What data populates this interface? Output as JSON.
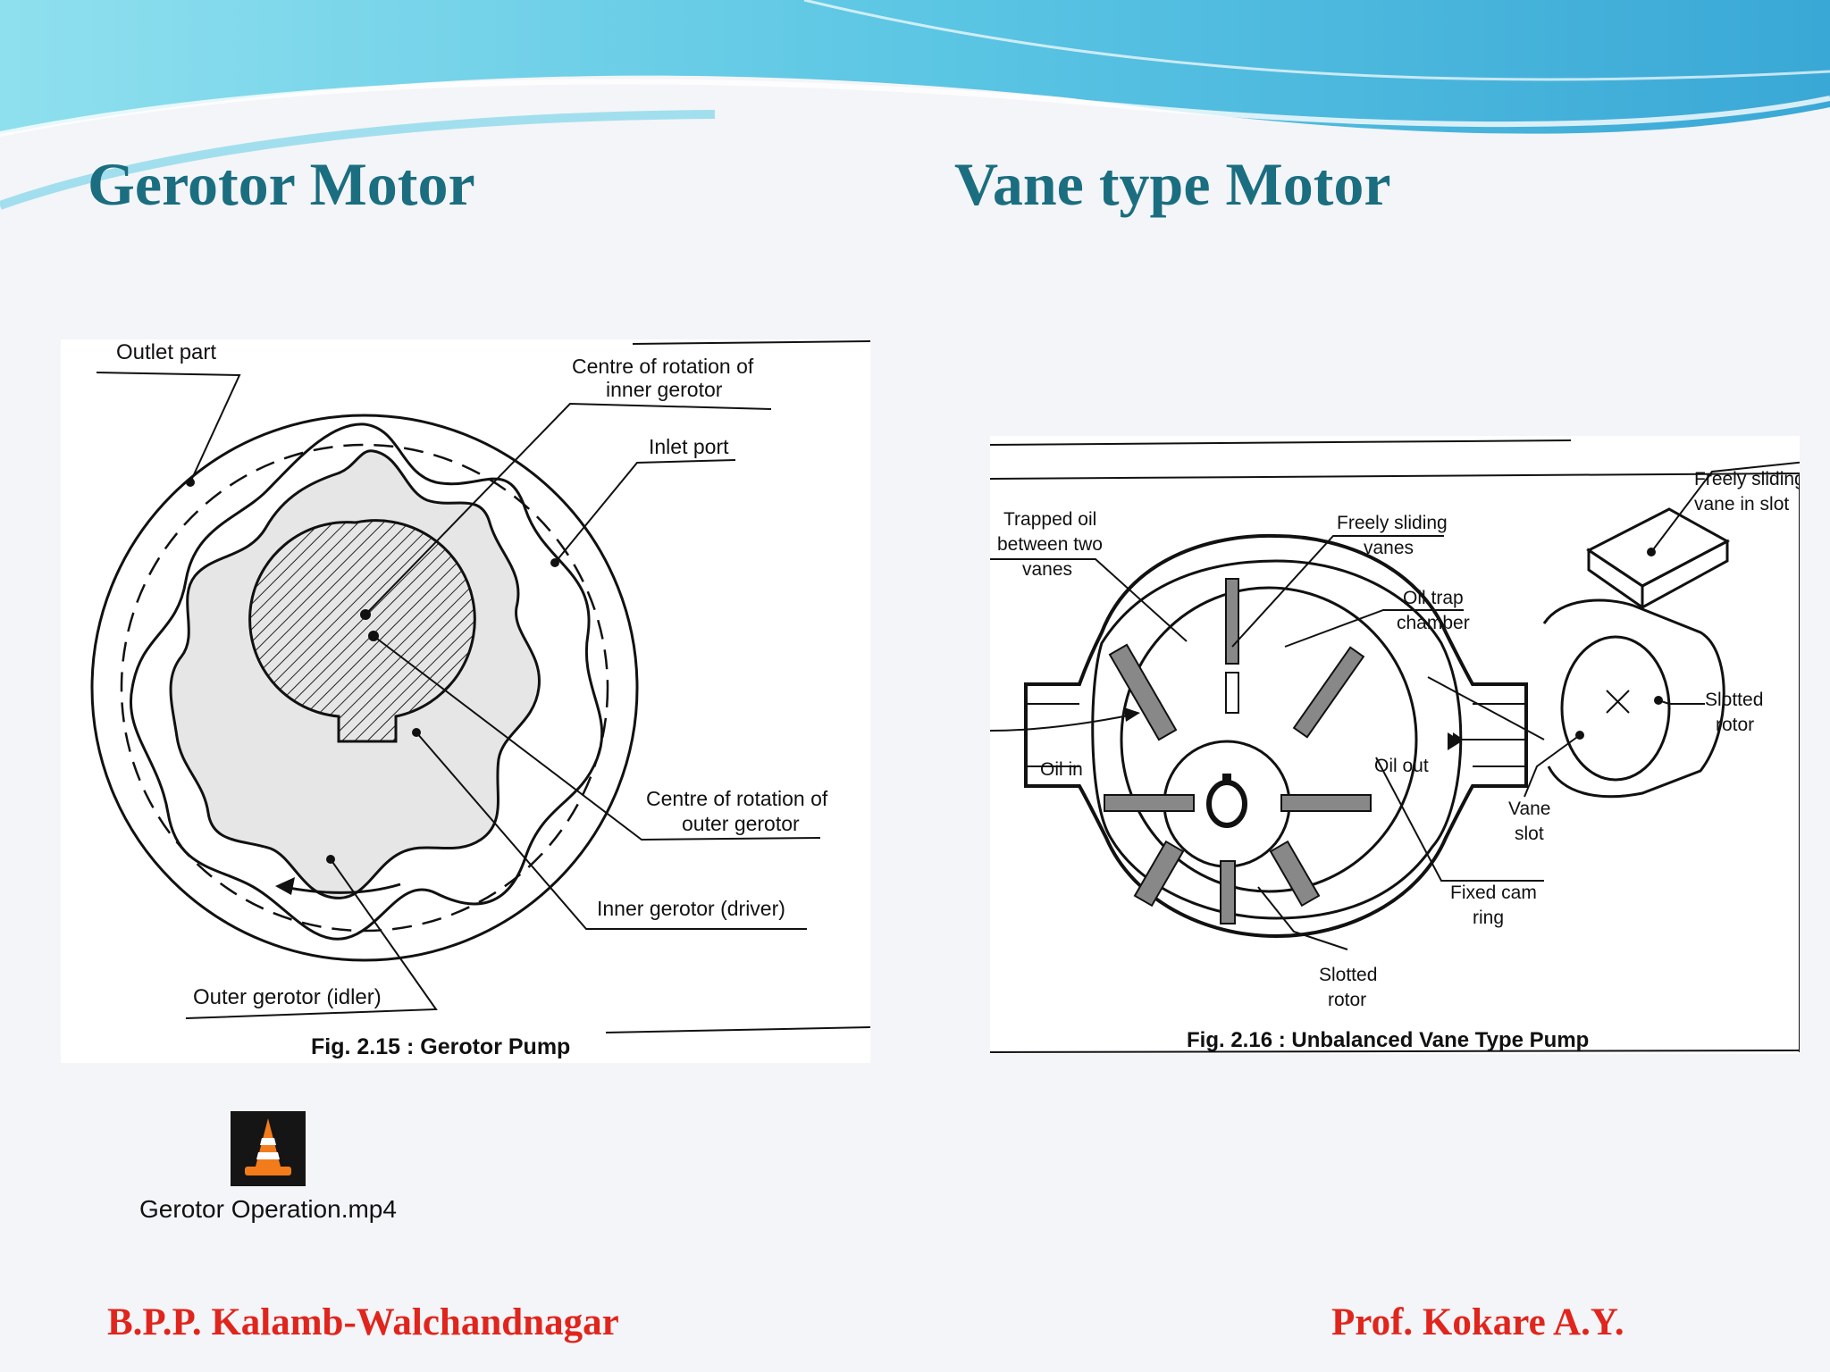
{
  "slide": {
    "left_title": "Gerotor Motor",
    "right_title": "Vane type Motor"
  },
  "gerotor_figure": {
    "labels": {
      "outlet": "Outlet part",
      "centre_inner_1": "Centre of rotation of",
      "centre_inner_2": "inner gerotor",
      "inlet": "Inlet port",
      "centre_outer_1": "Centre of rotation of",
      "centre_outer_2": "outer gerotor",
      "inner_driver": "Inner gerotor (driver)",
      "outer_idler": "Outer gerotor (idler)"
    },
    "caption": "Fig. 2.15 : Gerotor Pump"
  },
  "vane_figure": {
    "labels": {
      "trapped_1": "Trapped oil",
      "trapped_2": "between two",
      "trapped_3": "vanes",
      "freely_vanes_1": "Freely sliding",
      "freely_vanes_2": "vanes",
      "oil_trap_1": "Oil trap",
      "oil_trap_2": "chamber",
      "freely_slot_1": "Freely sliding",
      "freely_slot_2": "vane in slot",
      "slotted_rotor_r1": "Slotted",
      "slotted_rotor_r2": "rotor",
      "oil_in": "Oil in",
      "oil_out": "Oil out",
      "vane_slot_1": "Vane",
      "vane_slot_2": "slot",
      "fixed_cam_1": "Fixed cam",
      "fixed_cam_2": "ring",
      "slotted_rotor_b1": "Slotted",
      "slotted_rotor_b2": "rotor"
    },
    "caption": "Fig. 2.16 : Unbalanced Vane Type Pump"
  },
  "media": {
    "icon": "vlc-cone-icon",
    "filename": "Gerotor Operation.mp4"
  },
  "footer": {
    "institution": "B.P.P. Kalamb-Walchandnagar",
    "author": "Prof. Kokare A.Y."
  },
  "theme": {
    "title_color": "#1a6e80",
    "footer_color": "#e0251d",
    "wave_color": "#5cc6e4"
  }
}
